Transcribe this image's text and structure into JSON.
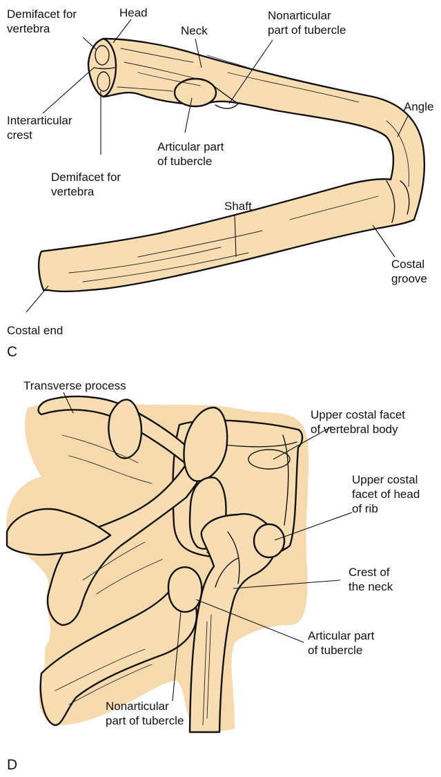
{
  "colors": {
    "bone_fill": "#f8ddb3",
    "halo_fill": "#f6d9ac",
    "outline": "#111111",
    "background": "#ffffff"
  },
  "panel_c": {
    "panel_letter": "C",
    "labels": {
      "demifacet_upper": [
        "Demifacet for",
        "vertebra"
      ],
      "head": "Head",
      "neck": "Neck",
      "nonarticular": [
        "Nonarticular",
        "part of tubercle"
      ],
      "interarticular": [
        "Interarticular",
        "crest"
      ],
      "articular": [
        "Articular part",
        "of tubercle"
      ],
      "demifacet_lower": [
        "Demifacet for",
        "vertebra"
      ],
      "angle": "Angle",
      "shaft": "Shaft",
      "costal_groove": [
        "Costal",
        "groove"
      ],
      "costal_end": "Costal end"
    }
  },
  "panel_d": {
    "panel_letter": "D",
    "labels": {
      "transverse_process": "Transverse process",
      "upper_costal_facet_body": [
        "Upper costal facet",
        "of vertebral body"
      ],
      "upper_costal_facet_head": [
        "Upper costal",
        "facet of head",
        "of rib"
      ],
      "crest_of_neck": [
        "Crest of",
        "the neck"
      ],
      "articular_part": [
        "Articular part",
        "of tubercle"
      ],
      "nonarticular_part": [
        "Nonarticular",
        "part of tubercle"
      ]
    }
  }
}
